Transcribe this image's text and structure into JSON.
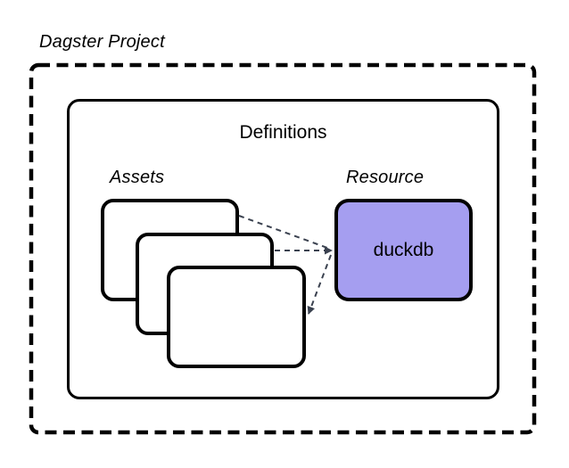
{
  "title": "Dagster Project",
  "definitions": {
    "label": "Definitions"
  },
  "assets": {
    "label": "Assets",
    "card_count": 3
  },
  "resource": {
    "label": "Resource",
    "name": "duckdb"
  },
  "colors": {
    "background": "#ffffff",
    "outline": "#000000",
    "resource_fill": "#a59ef0",
    "connector": "#3b4250"
  }
}
